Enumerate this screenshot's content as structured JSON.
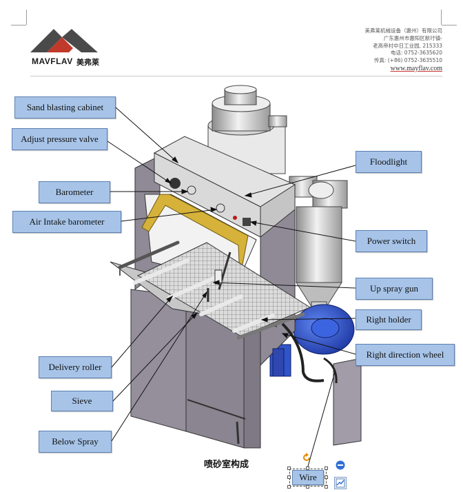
{
  "header": {
    "logo_word": "MAVFLAV",
    "logo_cn": "美弗莱",
    "company_lines": [
      "美弗莱机械设备（惠州）有限公司",
      "广东惠州市惠阳区新圩镇-",
      "老高帝村中日工业园, 215333",
      "电话: 0752-3635620",
      "传真: (+86) 0752-3635510"
    ],
    "website": "www.mayflav.com"
  },
  "labels": {
    "sand_blasting_cabinet": "Sand blasting cabinet",
    "adjust_pressure_valve": "Adjust pressure valve",
    "barometer": "Barometer",
    "air_intake_barometer": "Air Intake barometer",
    "floodlight": "Floodlight",
    "power_switch": "Power switch",
    "up_spray_gun": "Up spray gun",
    "right_holder": "Right holder",
    "right_direction_wheel": "Right direction wheel",
    "delivery_roller": "Delivery roller",
    "sieve": "Sieve",
    "below_spray": "Below Spray",
    "wire": "Wire"
  },
  "caption": "喷砂室构成",
  "colors": {
    "callout_fill": "#a7c4e8",
    "cabinet_body": "#8f8a96",
    "cabinet_panel": "#d9d9d9",
    "door_frame": "#c9a227",
    "dust_collector_blue": "#2f55c8"
  },
  "icons": {
    "rotate": "rotate-handle-icon",
    "minus": "minus-circle-icon",
    "layout": "layout-options-icon"
  }
}
